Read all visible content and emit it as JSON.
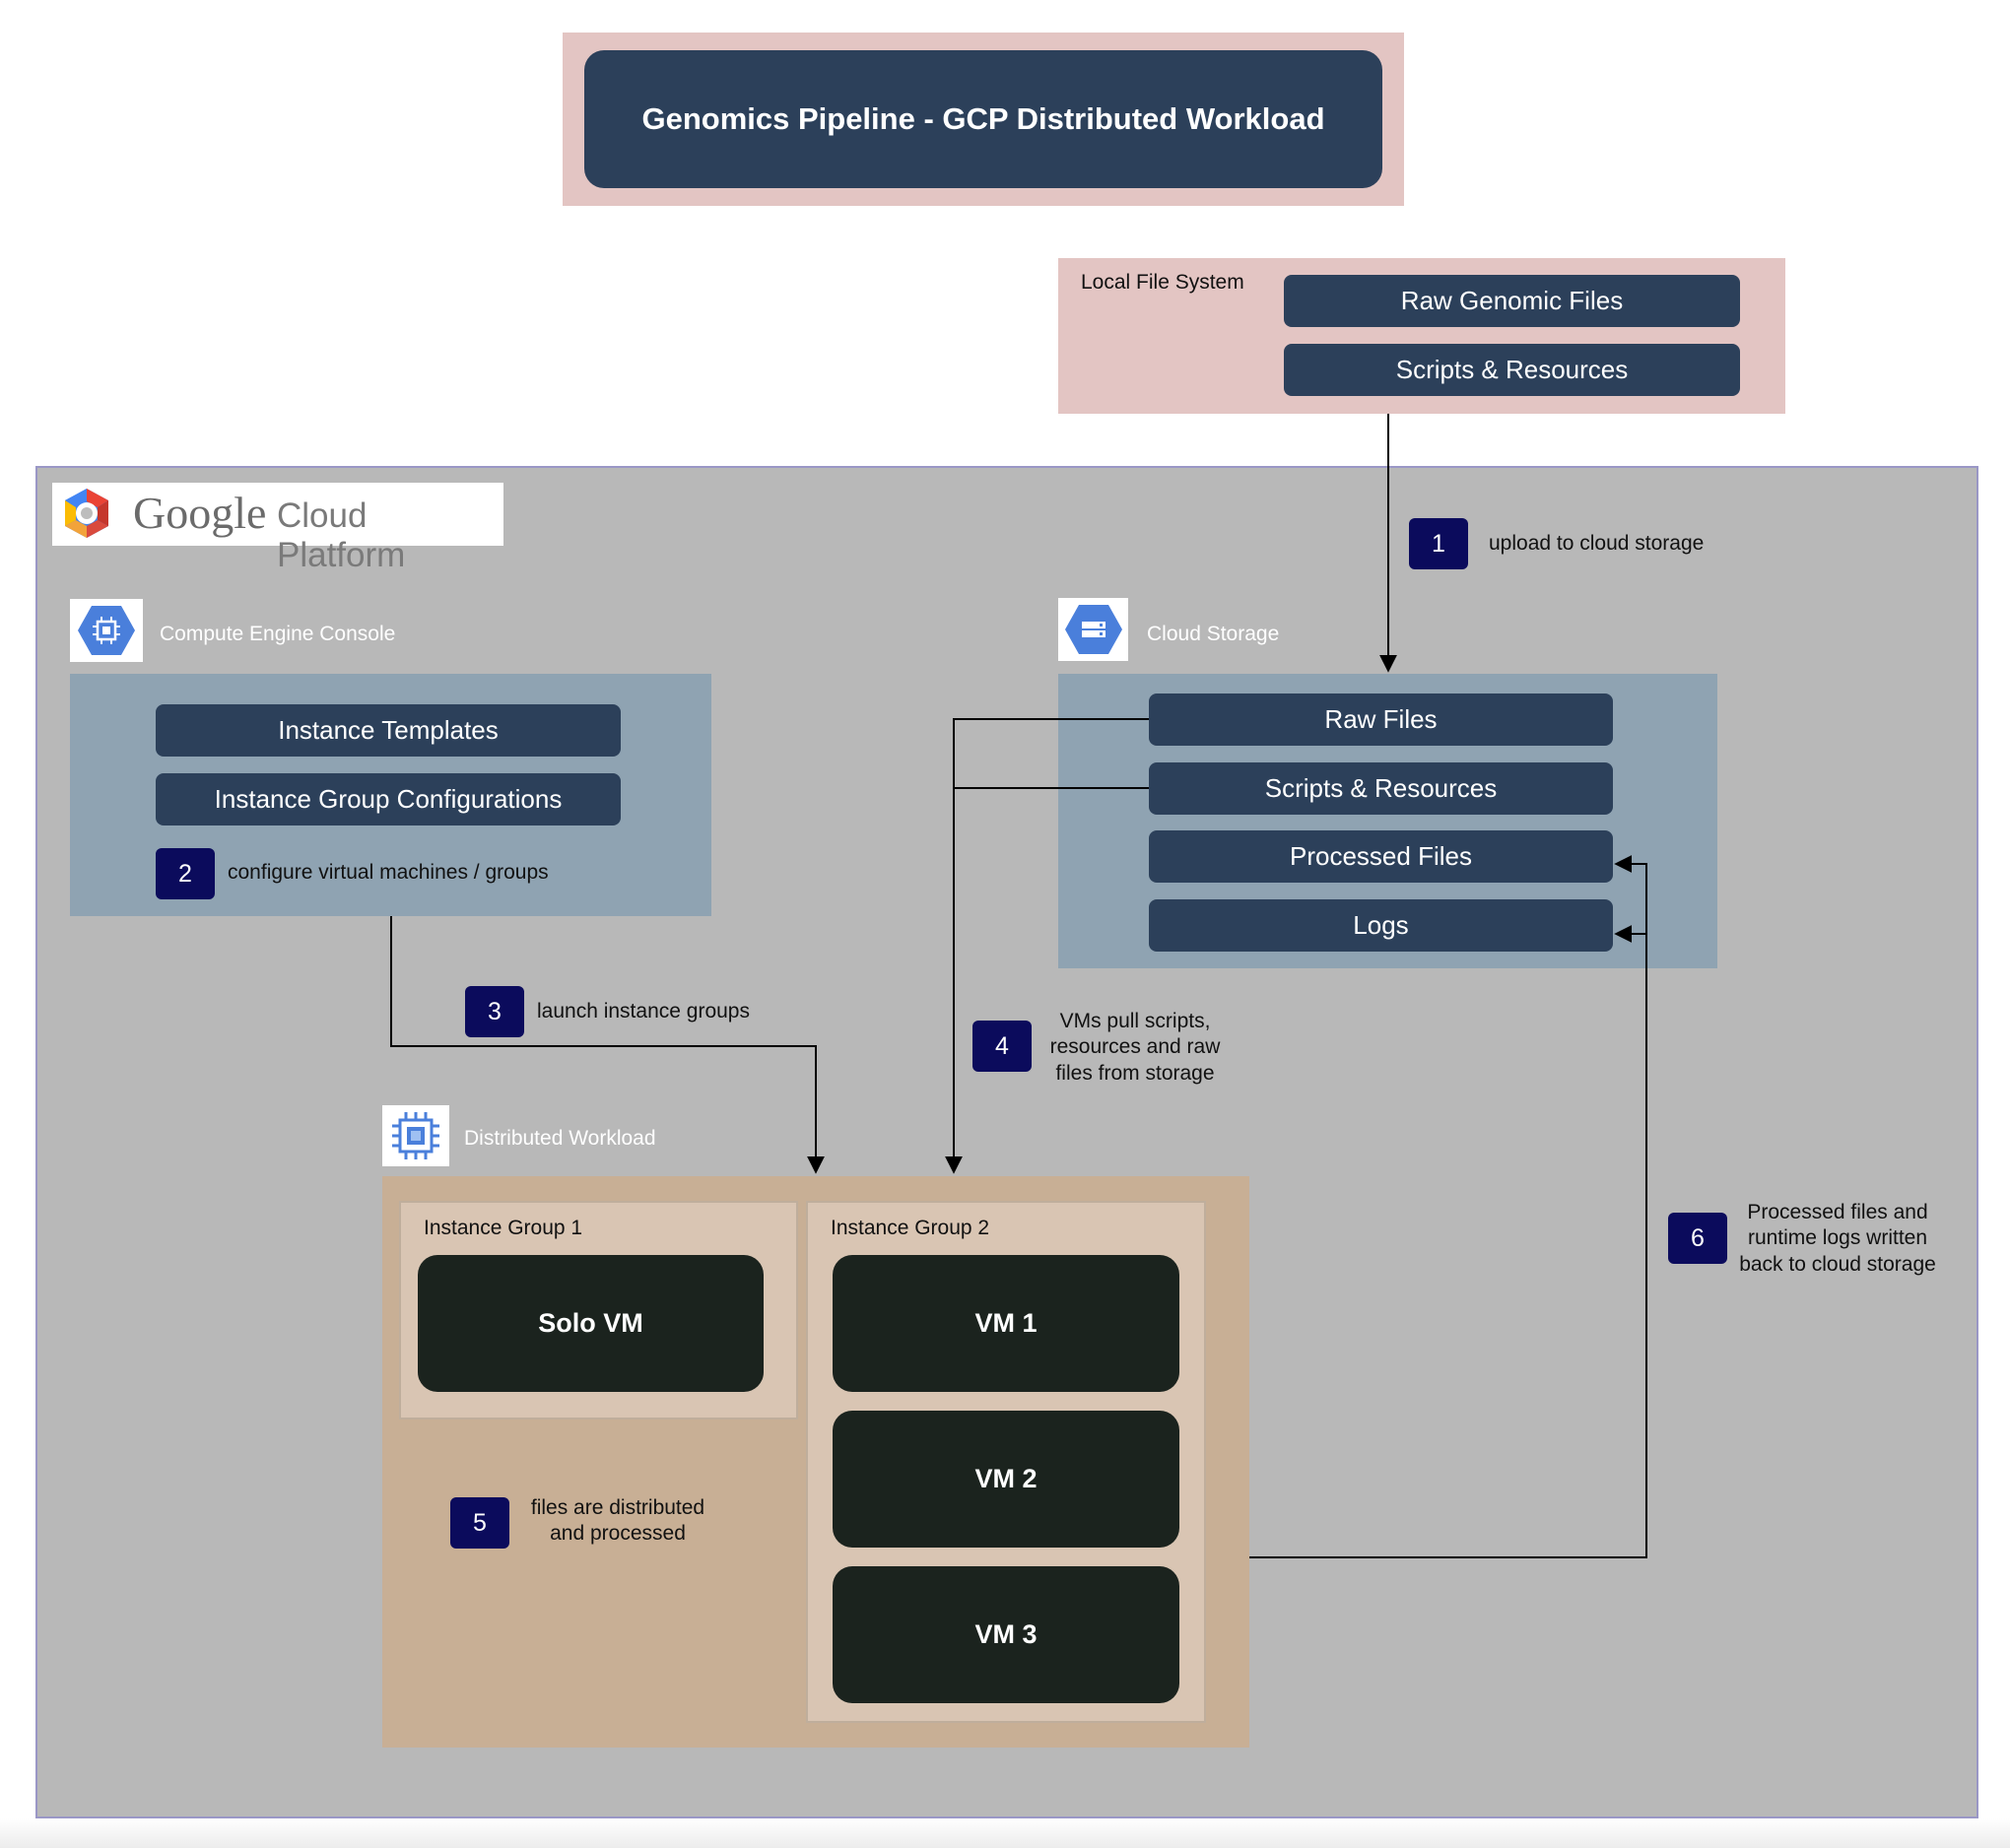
{
  "title": "Genomics Pipeline - GCP Distributed Workload",
  "local_fs": {
    "label": "Local File System",
    "items": [
      "Raw Genomic Files",
      "Scripts & Resources"
    ]
  },
  "gcp": {
    "logo_google": "Google",
    "logo_cloud": "Cloud Platform"
  },
  "compute": {
    "label": "Compute Engine Console",
    "items": [
      "Instance Templates",
      "Instance Group Configurations"
    ]
  },
  "storage": {
    "label": "Cloud Storage",
    "items": [
      "Raw Files",
      "Scripts & Resources",
      "Processed Files",
      "Logs"
    ]
  },
  "workload": {
    "label": "Distributed Workload",
    "group1": {
      "label": "Instance Group 1",
      "vm": "Solo VM"
    },
    "group2": {
      "label": "Instance Group 2",
      "vms": [
        "VM 1",
        "VM 2",
        "VM 3"
      ]
    }
  },
  "steps": [
    {
      "num": "1",
      "text": "upload to cloud storage"
    },
    {
      "num": "2",
      "text": "configure virtual machines / groups"
    },
    {
      "num": "3",
      "text": "launch instance groups"
    },
    {
      "num": "4",
      "text": "VMs pull scripts, resources and raw files from storage"
    },
    {
      "num": "5",
      "text": "files are distributed and processed"
    },
    {
      "num": "6",
      "text": "Processed files and runtime logs written back to cloud storage"
    }
  ],
  "colors": {
    "navy": "#2c405a",
    "badge": "#0b0b5c",
    "pink": "#e3c5c3",
    "gcp_gray": "#b8b8b8",
    "panel_blue": "#8fa3b2",
    "tan": "#c8af95",
    "vm_dark": "#1b231e"
  }
}
